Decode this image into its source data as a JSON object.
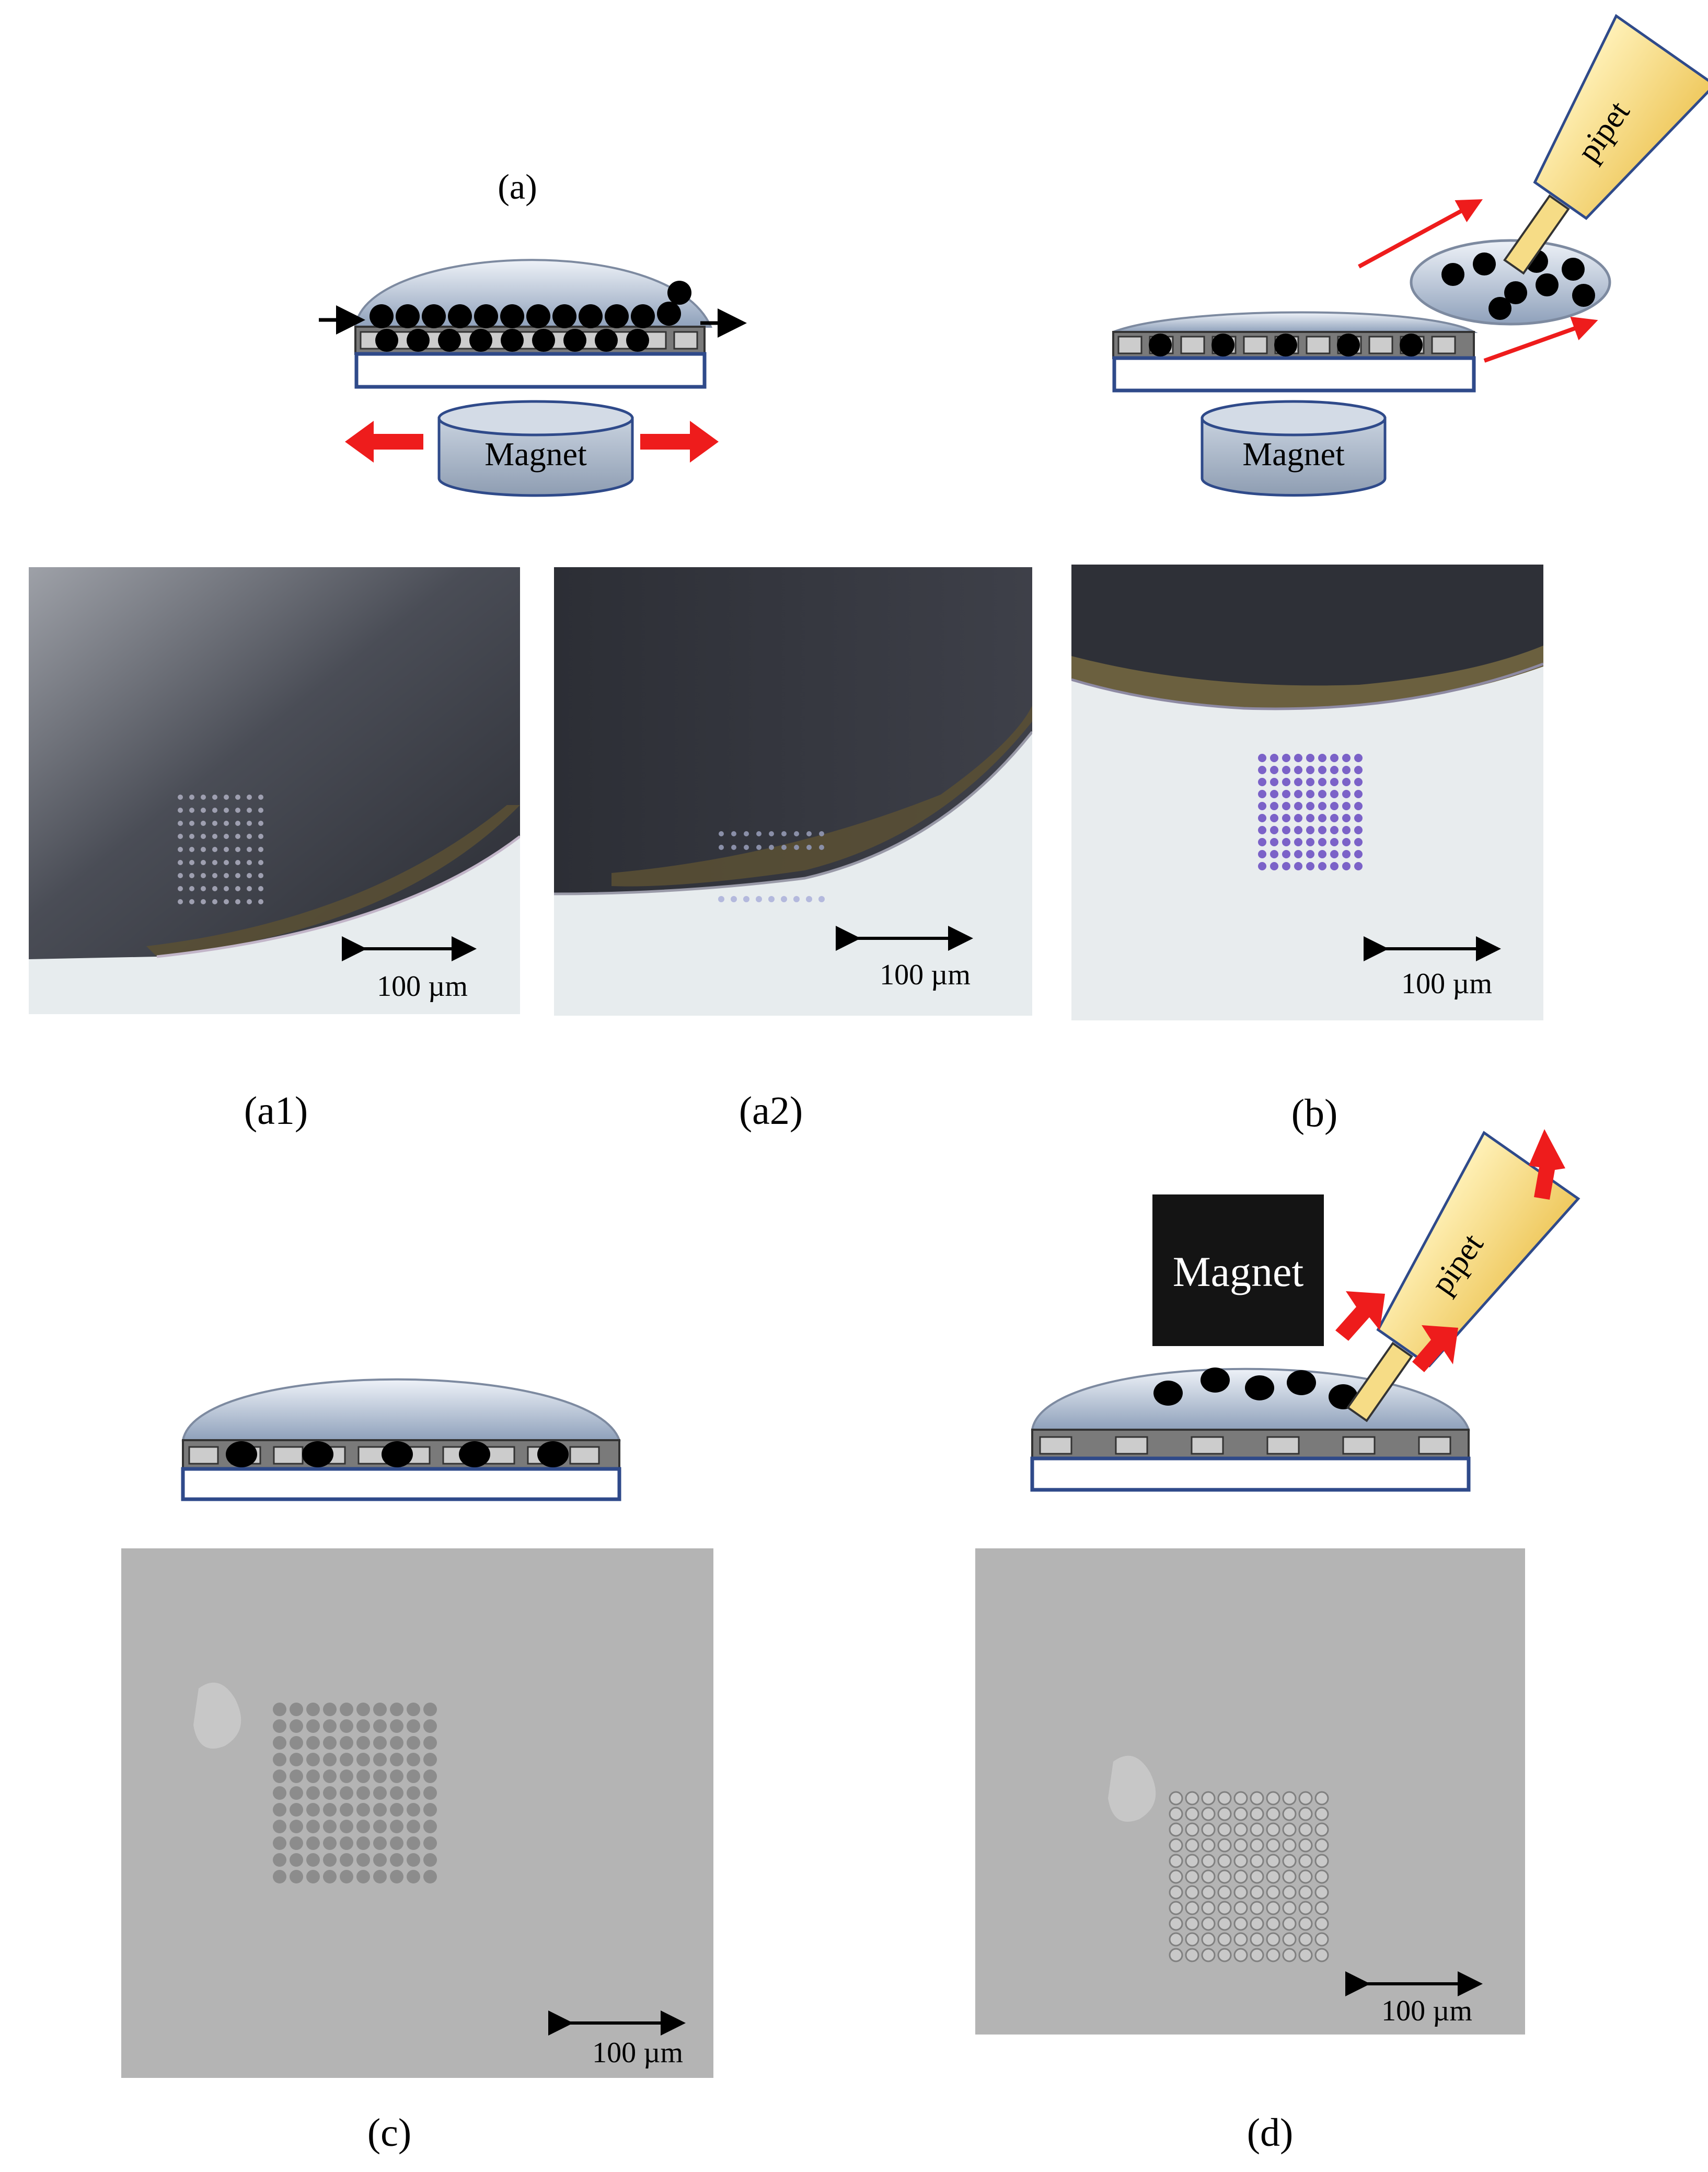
{
  "panels": {
    "a": {
      "label": "(a)",
      "magnet_label": "Magnet"
    },
    "b": {
      "magnet_label": "Magnet",
      "pipet_label": "pipet"
    },
    "a1": {
      "label": "(a1)",
      "scale_label": "100 µm"
    },
    "a2": {
      "label": "(a2)",
      "scale_label": "100 µm"
    },
    "b_photo": {
      "label": "(b)",
      "scale_label": "100 µm"
    },
    "c": {
      "label": "(c)",
      "scale_label": "100 µm"
    },
    "d": {
      "label": "(d)",
      "magnet_label": "Magnet",
      "pipet_label": "pipet",
      "scale_label": "100 µm"
    }
  },
  "colors": {
    "drop_light": "#eef2f8",
    "drop_dark": "#8a9cb6",
    "substrate_border": "#2f4a8a",
    "bead": "#000000",
    "arrow_red": "#ee1c1c",
    "pipet_fill": "#f6dc86",
    "magnet_fill": "#a8b4c6",
    "magnet_block": "#141414",
    "cell": "#cccccc",
    "strip": "#7a7a7a",
    "photo_dark": "#3c3f49",
    "photo_light": "#e7ecee",
    "sem_gray": "#b4b4b4"
  }
}
